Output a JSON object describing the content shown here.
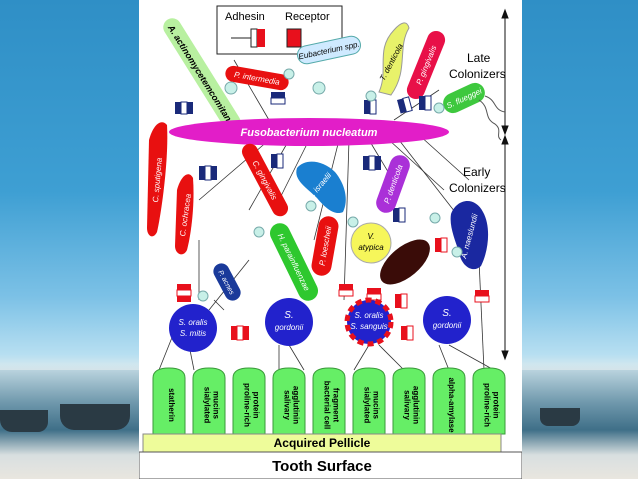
{
  "legend": {
    "adhesin": "Adhesin",
    "receptor": "Receptor"
  },
  "phases": {
    "late": [
      "Late",
      "Colonizers"
    ],
    "early": [
      "Early",
      "Colonizers"
    ]
  },
  "bacteria": {
    "a_actino": "A. actinomycetemcomitans",
    "p_intermedia": "P. intermedia",
    "eubacterium": "Eubacterium spp.",
    "t_denticola": "T. denticola",
    "p_gingivalis": "P. gingivalis",
    "s_flueggei": "S. flueggei",
    "fusobacterium": "Fusobacterium nucleatum",
    "c_sputigena": "C. sputigena",
    "c_ochracea": "C. ochracea",
    "c_gingivalis": "C. gingivalis",
    "a_israelii": "A. israelii",
    "p_denticola": "P. denticola",
    "a_naeslundii": "A. naeslundii",
    "h_parainfluenzae": "H. parainfluenzae",
    "p_loescheii": "P. loescheii",
    "v_atypica": [
      "V.",
      "atypica"
    ],
    "p_acnes": "P. acnes",
    "s_oralis_mitis": [
      "S. oralis",
      "S. mitis"
    ],
    "s_gordonii_1": [
      "S.",
      "gordonii"
    ],
    "s_oralis_sanguis": [
      "S. oralis",
      "S. sanguis"
    ],
    "s_gordonii_2": [
      "S.",
      "gordonii"
    ]
  },
  "pellicle_receptors": [
    "statherin",
    "sialylated mucins",
    "proline-rich protein",
    "salivary agglutinin",
    "bacterial cell fragment",
    "sialylated mucins",
    "salivary agglutinin",
    "alpha-amylase",
    "proline-rich protein"
  ],
  "pellicle_label": "Acquired Pellicle",
  "tooth_label": "Tooth Surface",
  "colors": {
    "fusobacterium": "#e21ec8",
    "streptococci": "#2222cc",
    "pellicle_receptor": "#66ee66",
    "pellicle_band": "#eefc9a",
    "adhesin_red": "#e8101c",
    "receptor_navy": "#1a2a7a"
  }
}
